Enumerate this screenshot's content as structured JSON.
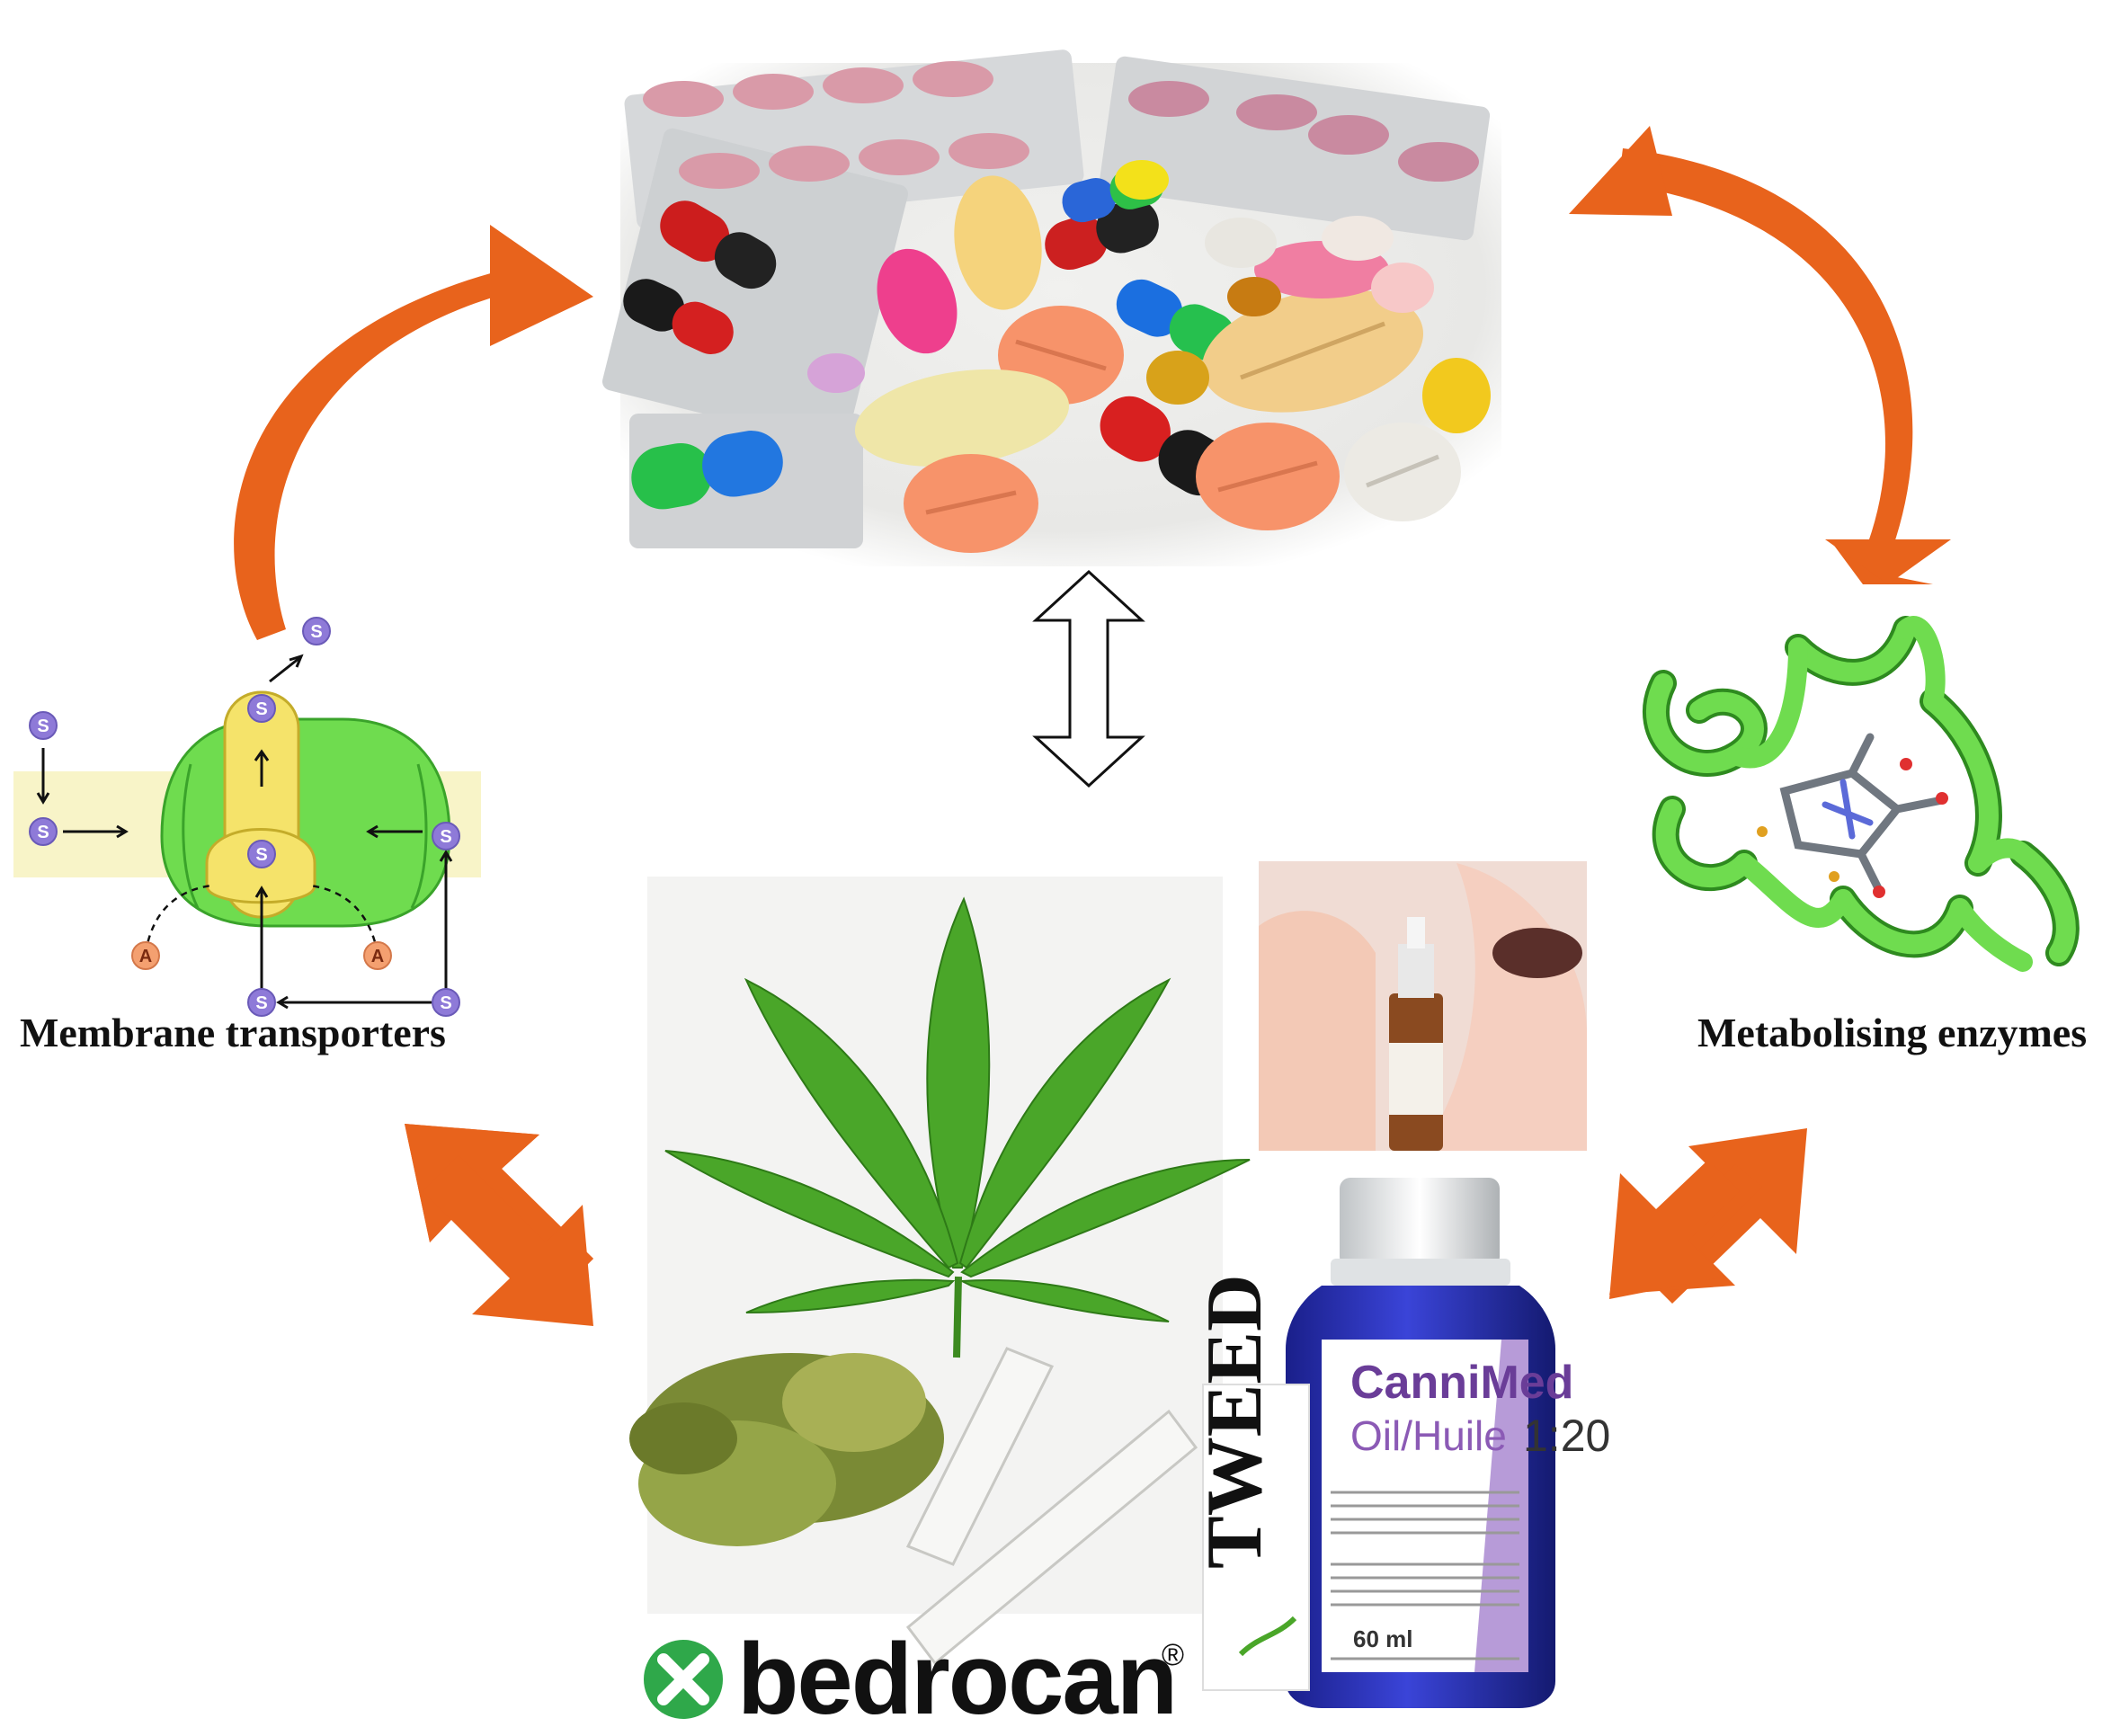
{
  "labels": {
    "membrane_transporters": "Membrane transporters",
    "metabolising_enzymes": "Metabolising enzymes"
  },
  "transporter_diagram": {
    "substrate": "S",
    "atp": "A"
  },
  "products": {
    "bedrocan": "bedrocan",
    "bedrocan_mark": "®",
    "tweed": "TWEED",
    "cannimed": "CanniMed",
    "cannimed_sub": "Oil/Huile",
    "cannimed_ratio": "1:20",
    "cannimed_volume": "60 ml"
  },
  "colors": {
    "arrow_orange": "#e8631c",
    "protein_green": "#6fdc4f",
    "channel_yellow": "#f5e36a",
    "membrane_band": "#f8f4c8",
    "substrate_purple": "#8e7ad8",
    "atp_orange": "#f4a070"
  },
  "icons": [
    "pills-image",
    "membrane-transporter-diagram",
    "enzyme-ribbon-image",
    "cannabis-leaf-image",
    "oral-spray-image",
    "oil-bottle-image",
    "double-arrow-outline"
  ]
}
